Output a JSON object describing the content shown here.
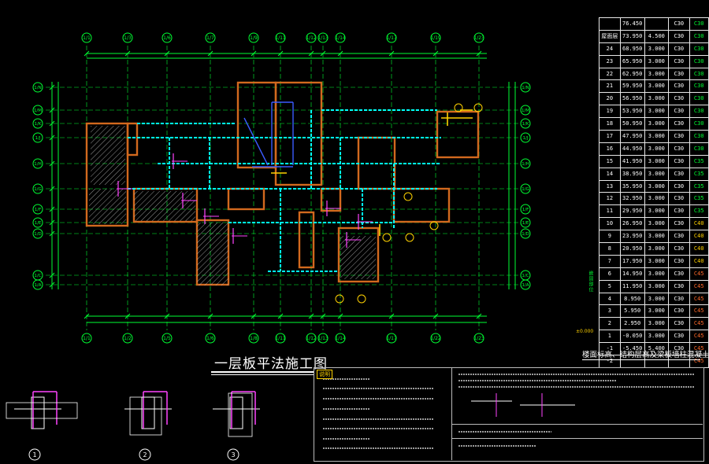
{
  "drawing": {
    "title": "一层板平法施工图",
    "detail_numbers": [
      "1",
      "2",
      "3"
    ],
    "notes_label": "说明"
  },
  "elevation_table": {
    "caption": "楼面标高、结构层高及梁板墙柱混凝土强度表",
    "side_label": "嵌固部位",
    "elev_mark": "±0.000",
    "rows": [
      {
        "floor": "",
        "elev": "76.450",
        "height": "",
        "conc": "C30",
        "grade": "C30",
        "g": "gr"
      },
      {
        "floor": "屋面层",
        "elev": "73.950",
        "height": "4.500",
        "conc": "C30",
        "grade": "C30",
        "g": "gr"
      },
      {
        "floor": "24",
        "elev": "68.950",
        "height": "3.000",
        "conc": "C30",
        "grade": "C30",
        "g": "gr"
      },
      {
        "floor": "23",
        "elev": "65.950",
        "height": "3.000",
        "conc": "C30",
        "grade": "C30",
        "g": "gr"
      },
      {
        "floor": "22",
        "elev": "62.950",
        "height": "3.000",
        "conc": "C30",
        "grade": "C30",
        "g": "gr"
      },
      {
        "floor": "21",
        "elev": "59.950",
        "height": "3.000",
        "conc": "C30",
        "grade": "C30",
        "g": "gr"
      },
      {
        "floor": "20",
        "elev": "56.950",
        "height": "3.000",
        "conc": "C30",
        "grade": "C30",
        "g": "gr"
      },
      {
        "floor": "19",
        "elev": "53.950",
        "height": "3.000",
        "conc": "C30",
        "grade": "C30",
        "g": "gr"
      },
      {
        "floor": "18",
        "elev": "50.950",
        "height": "3.000",
        "conc": "C30",
        "grade": "C30",
        "g": "gr"
      },
      {
        "floor": "17",
        "elev": "47.950",
        "height": "3.000",
        "conc": "C30",
        "grade": "C30",
        "g": "gr"
      },
      {
        "floor": "16",
        "elev": "44.950",
        "height": "3.000",
        "conc": "C30",
        "grade": "C30",
        "g": "gr"
      },
      {
        "floor": "15",
        "elev": "41.950",
        "height": "3.000",
        "conc": "C30",
        "grade": "C35",
        "g": "gr"
      },
      {
        "floor": "14",
        "elev": "38.950",
        "height": "3.000",
        "conc": "C30",
        "grade": "C35",
        "g": "gr"
      },
      {
        "floor": "13",
        "elev": "35.950",
        "height": "3.000",
        "conc": "C30",
        "grade": "C35",
        "g": "gr"
      },
      {
        "floor": "12",
        "elev": "32.950",
        "height": "3.000",
        "conc": "C30",
        "grade": "C35",
        "g": "gr"
      },
      {
        "floor": "11",
        "elev": "29.950",
        "height": "3.000",
        "conc": "C30",
        "grade": "C35",
        "g": "gr"
      },
      {
        "floor": "10",
        "elev": "26.950",
        "height": "3.000",
        "conc": "C30",
        "grade": "C40",
        "g": "yl"
      },
      {
        "floor": "9",
        "elev": "23.950",
        "height": "3.000",
        "conc": "C30",
        "grade": "C40",
        "g": "yl"
      },
      {
        "floor": "8",
        "elev": "20.950",
        "height": "3.000",
        "conc": "C30",
        "grade": "C40",
        "g": "yl"
      },
      {
        "floor": "7",
        "elev": "17.950",
        "height": "3.000",
        "conc": "C30",
        "grade": "C40",
        "g": "yl"
      },
      {
        "floor": "6",
        "elev": "14.950",
        "height": "3.000",
        "conc": "C30",
        "grade": "C45",
        "g": "rd"
      },
      {
        "floor": "5",
        "elev": "11.950",
        "height": "3.000",
        "conc": "C30",
        "grade": "C45",
        "g": "rd"
      },
      {
        "floor": "4",
        "elev": "8.950",
        "height": "3.000",
        "conc": "C30",
        "grade": "C45",
        "g": "rd"
      },
      {
        "floor": "3",
        "elev": "5.950",
        "height": "3.000",
        "conc": "C30",
        "grade": "C45",
        "g": "rd"
      },
      {
        "floor": "2",
        "elev": "2.950",
        "height": "3.000",
        "conc": "C30",
        "grade": "C45",
        "g": "rd"
      },
      {
        "floor": "1",
        "elev": "-0.050",
        "height": "3.000",
        "conc": "C30",
        "grade": "C45",
        "g": "rd"
      },
      {
        "floor": "-1",
        "elev": "-5.450",
        "height": "5.400",
        "conc": "C30",
        "grade": "C45",
        "g": "rd"
      },
      {
        "floor": "-2",
        "elev": "",
        "height": "",
        "conc": "",
        "grade": "C45",
        "g": "rd"
      }
    ]
  },
  "grid": {
    "top_labels": [
      "1/1",
      "1/3",
      "1/6",
      "1/7",
      "1/9",
      "1/11",
      "1/12",
      "1/13",
      "1/14",
      "1/17",
      "1/19",
      "1/23"
    ],
    "bottom_labels": [
      "1/1",
      "1/2",
      "1/5",
      "1/6",
      "1/8",
      "1/11",
      "1/12",
      "1/13",
      "1/14",
      "1/17",
      "1/22",
      "1/23"
    ],
    "left_labels": [
      "1/N",
      "1/M",
      "1/K",
      "1/J",
      "1/H",
      "1/G",
      "1/F",
      "1/E",
      "1/D",
      "1/C",
      "1/A"
    ]
  },
  "colors": {
    "grid": "#00ff33",
    "wall": "#d2691e",
    "beam": "#00ffff",
    "accent": "#ffd200",
    "slab": "#ff44ff",
    "line": "#ffffff"
  }
}
